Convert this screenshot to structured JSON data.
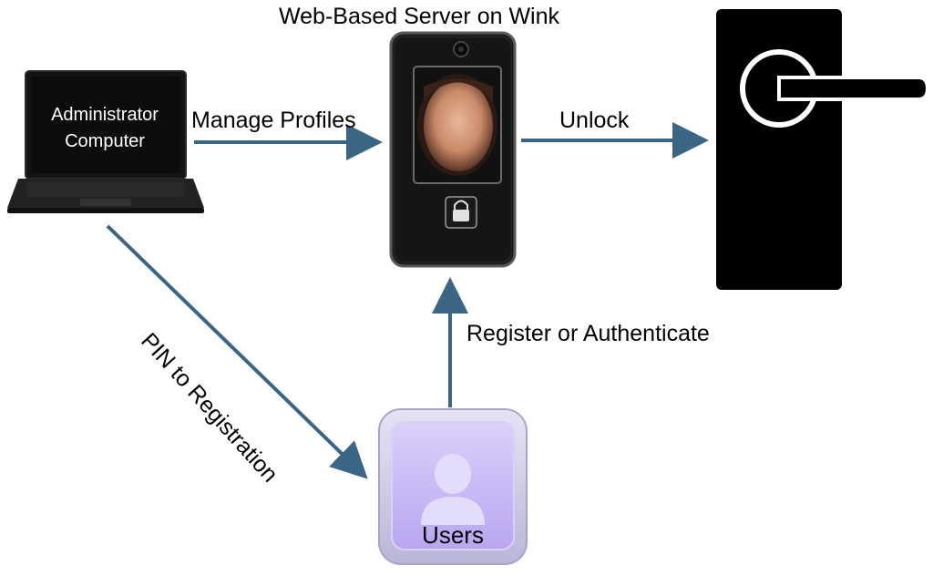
{
  "nodes": {
    "server": {
      "title": "Web-Based Server on Wink",
      "icon": "face-recognition-terminal-icon"
    },
    "admin": {
      "line1": "Administrator",
      "line2": "Computer",
      "icon": "laptop-icon"
    },
    "door": {
      "icon": "door-handle-icon"
    },
    "users": {
      "label": "Users",
      "icon": "user-icon"
    }
  },
  "edges": {
    "manage": "Manage Profiles",
    "unlock": "Unlock",
    "register": "Register or Authenticate",
    "pin": "PIN to Registration"
  },
  "colors": {
    "arrow": "#3b6585",
    "users_tile": "#cfc3f5",
    "device": "#1c1c1c"
  }
}
